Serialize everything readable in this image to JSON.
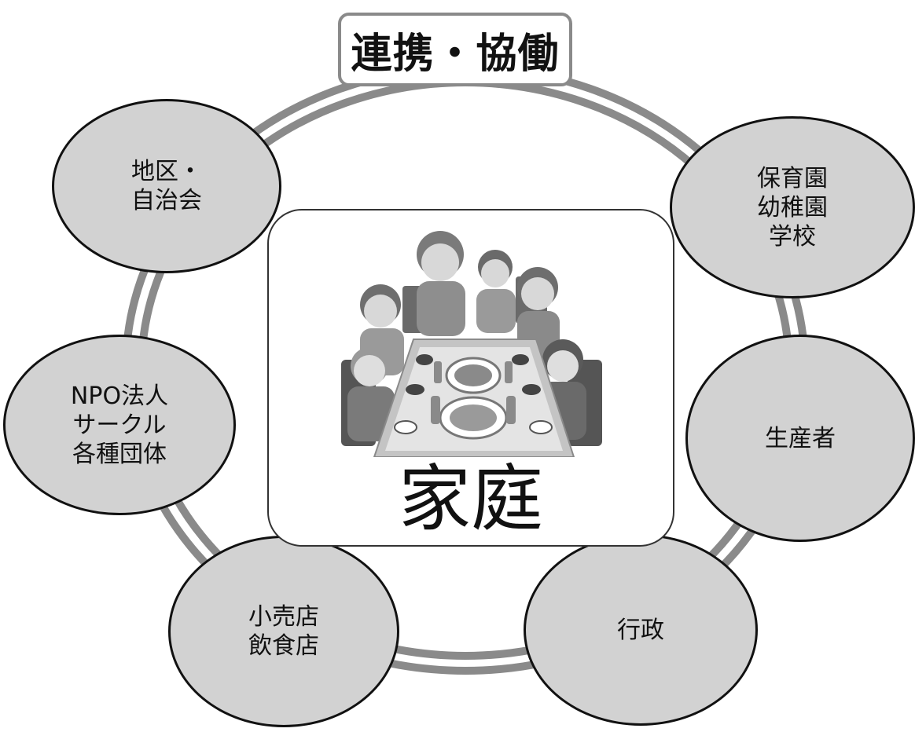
{
  "title": "連携・協働",
  "center": {
    "label": "家庭",
    "illustration": "family-meal"
  },
  "nodes": [
    {
      "id": "chiku",
      "label": "地区・\n自治会"
    },
    {
      "id": "hoikuen",
      "label": "保育園\n幼稚園\n学校"
    },
    {
      "id": "npo",
      "label": "NPO法人\nサークル\n各種団体"
    },
    {
      "id": "seisansha",
      "label": "生産者"
    },
    {
      "id": "kouriten",
      "label": "小売店\n飲食店"
    },
    {
      "id": "gyosei",
      "label": "行政"
    }
  ],
  "colors": {
    "ring": "#8a8a8a",
    "node_fill": "#d2d2d2",
    "outline": "#111111"
  }
}
